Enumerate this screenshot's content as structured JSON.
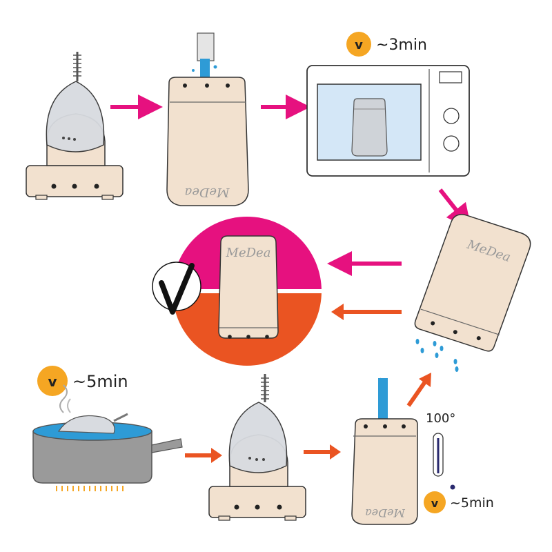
{
  "steps": {
    "microwave_time": "~3min",
    "boil_time": "~5min",
    "sterilize_time": "~5min",
    "temperature": "100°"
  },
  "brand": {
    "upright": "MeDea",
    "inverted": "MeDea",
    "tilted": "MeDea",
    "upright2": "MeDea"
  },
  "icons": {
    "timer": "timer-icon",
    "done": "checkmark-icon",
    "thermometer": "thermometer-icon"
  },
  "colors": {
    "magenta": "#e6117f",
    "orange": "#ea5422",
    "container": "#f2e1cf",
    "timer": "#f5a623",
    "water": "#2e9bd6",
    "pot": "#9a9a9a"
  }
}
